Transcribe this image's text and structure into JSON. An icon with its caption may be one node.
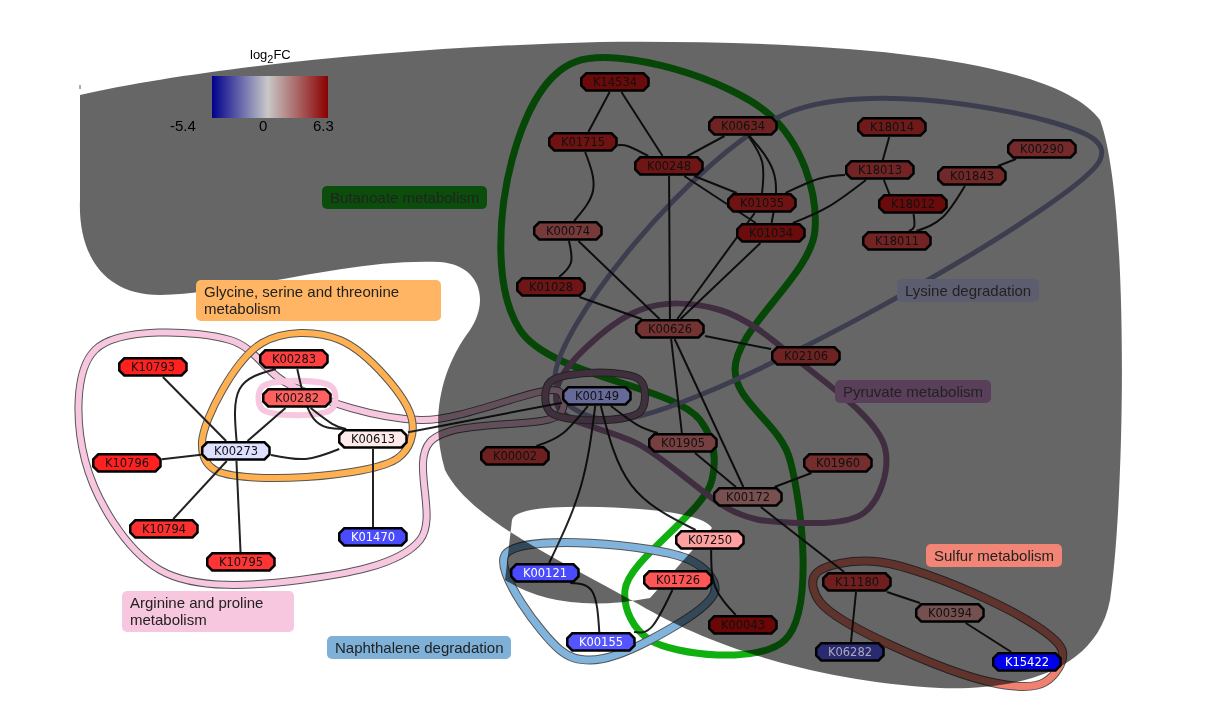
{
  "diagram": {
    "nodes": [
      {
        "text": [
          "K14534"
        ]
      },
      {
        "text": [
          "K01715"
        ]
      },
      {
        "text": [
          "K00248"
        ]
      },
      {
        "text": [
          "K00634"
        ]
      },
      {
        "text": [
          "K01035"
        ]
      },
      {
        "text": [
          "K01034"
        ]
      },
      {
        "text": [
          "K00074"
        ]
      },
      {
        "text": [
          "K01028"
        ]
      },
      {
        "text": [
          "K00626"
        ]
      },
      {
        "text": [
          "K02106"
        ]
      },
      {
        "text": [
          "K18014"
        ]
      },
      {
        "text": [
          "K18013"
        ]
      },
      {
        "text": [
          "K18012"
        ]
      },
      {
        "text": [
          "K18011"
        ]
      },
      {
        "text": [
          "K01843"
        ]
      },
      {
        "text": [
          "K00290"
        ]
      },
      {
        "text": [
          "K00149"
        ]
      },
      {
        "text": [
          "K00002"
        ]
      },
      {
        "text": [
          "K01905"
        ]
      },
      {
        "text": [
          "K00172"
        ]
      },
      {
        "text": [
          "K01960"
        ]
      },
      {
        "text": [
          "K07250"
        ]
      },
      {
        "text": [
          "K01726"
        ]
      },
      {
        "text": [
          "K00043"
        ]
      },
      {
        "text": [
          "K00121"
        ]
      },
      {
        "text": [
          "K00155"
        ]
      },
      {
        "text": [
          "K11180"
        ]
      },
      {
        "text": [
          "K00394"
        ]
      },
      {
        "text": [
          "K06282"
        ]
      },
      {
        "text": [
          "K15422"
        ]
      },
      {
        "text": [
          "K10793"
        ]
      },
      {
        "text": [
          "K00283"
        ]
      },
      {
        "text": [
          "K00282"
        ]
      },
      {
        "text": [
          "K00273"
        ]
      },
      {
        "text": [
          "K00613"
        ]
      },
      {
        "text": [
          "K10796"
        ]
      },
      {
        "text": [
          "K10794"
        ]
      },
      {
        "text": [
          "K10795"
        ]
      },
      {
        "text": [
          "K01470"
        ]
      },
      {
        "text": [
          "Butanoate metabolism"
        ]
      },
      {
        "text": [
          "Glycine, serine and threonine metabolism"
        ]
      },
      {
        "text": [
          "Lysine degradation"
        ]
      },
      {
        "text": [
          "Pyruvate metabolism"
        ]
      },
      {
        "text": [
          "Arginine and proline metabolism"
        ]
      },
      {
        "text": [
          "Naphthalene degradation"
        ]
      },
      {
        "text": [
          "Sulfur metabolism"
        ]
      }
    ],
    "edges": [
      {
        "from": 0,
        "to": 1,
        "arrow": "none"
      },
      {
        "from": 0,
        "to": 2,
        "arrow": "none"
      },
      {
        "from": 1,
        "to": 2,
        "arrow": "none"
      },
      {
        "from": 1,
        "to": 6,
        "arrow": "none"
      },
      {
        "from": 6,
        "to": 7,
        "arrow": "none"
      },
      {
        "from": 6,
        "to": 8,
        "arrow": "none"
      },
      {
        "from": 7,
        "to": 8,
        "arrow": "none"
      },
      {
        "from": 2,
        "to": 3,
        "arrow": "none"
      },
      {
        "from": 2,
        "to": 4,
        "arrow": "none"
      },
      {
        "from": 2,
        "to": 5,
        "arrow": "none"
      },
      {
        "from": 2,
        "to": 8,
        "arrow": "none"
      },
      {
        "from": 3,
        "to": 4,
        "arrow": "none"
      },
      {
        "from": 3,
        "to": 5,
        "arrow": "none"
      },
      {
        "from": 4,
        "to": 8,
        "arrow": "none"
      },
      {
        "from": 5,
        "to": 8,
        "arrow": "none"
      },
      {
        "from": 4,
        "to": 11,
        "arrow": "none"
      },
      {
        "from": 5,
        "to": 11,
        "arrow": "none"
      },
      {
        "from": 11,
        "to": 10,
        "arrow": "none"
      },
      {
        "from": 11,
        "to": 12,
        "arrow": "none"
      },
      {
        "from": 12,
        "to": 13,
        "arrow": "none"
      },
      {
        "from": 13,
        "to": 14,
        "arrow": "none"
      },
      {
        "from": 14,
        "to": 15,
        "arrow": "none"
      },
      {
        "from": 8,
        "to": 9,
        "arrow": "none"
      },
      {
        "from": 8,
        "to": 18,
        "arrow": "none"
      },
      {
        "from": 8,
        "to": 19,
        "arrow": "none"
      },
      {
        "from": 16,
        "to": 17,
        "arrow": "none"
      },
      {
        "from": 16,
        "to": 18,
        "arrow": "none"
      },
      {
        "from": 16,
        "to": 24,
        "arrow": "none"
      },
      {
        "from": 16,
        "to": 21,
        "arrow": "none"
      },
      {
        "from": 34,
        "to": 16,
        "arrow": "none"
      },
      {
        "from": 18,
        "to": 19,
        "arrow": "none"
      },
      {
        "from": 19,
        "to": 20,
        "arrow": "none"
      },
      {
        "from": 19,
        "to": 26,
        "arrow": "none"
      },
      {
        "from": 21,
        "to": 23,
        "arrow": "none"
      },
      {
        "from": 22,
        "to": 25,
        "arrow": "none"
      },
      {
        "from": 24,
        "to": 25,
        "arrow": "none"
      },
      {
        "from": 26,
        "to": 27,
        "arrow": "none"
      },
      {
        "from": 26,
        "to": 28,
        "arrow": "none"
      },
      {
        "from": 27,
        "to": 29,
        "arrow": "none"
      },
      {
        "from": 30,
        "to": 33,
        "arrow": "none"
      },
      {
        "from": 35,
        "to": 33,
        "arrow": "none"
      },
      {
        "from": 36,
        "to": 33,
        "arrow": "none"
      },
      {
        "from": 37,
        "to": 33,
        "arrow": "none"
      },
      {
        "from": 33,
        "to": 32,
        "arrow": "none"
      },
      {
        "from": 33,
        "to": 31,
        "arrow": "none"
      },
      {
        "from": 31,
        "to": 34,
        "arrow": "none"
      },
      {
        "from": 32,
        "to": 34,
        "arrow": "none"
      },
      {
        "from": 34,
        "to": 38,
        "arrow": "none"
      },
      {
        "from": 33,
        "to": 34,
        "arrow": "none"
      }
    ],
    "labels": [
      "log$_{2}$FC",
      "-5.4",
      "0",
      "6.3"
    ]
  }
}
